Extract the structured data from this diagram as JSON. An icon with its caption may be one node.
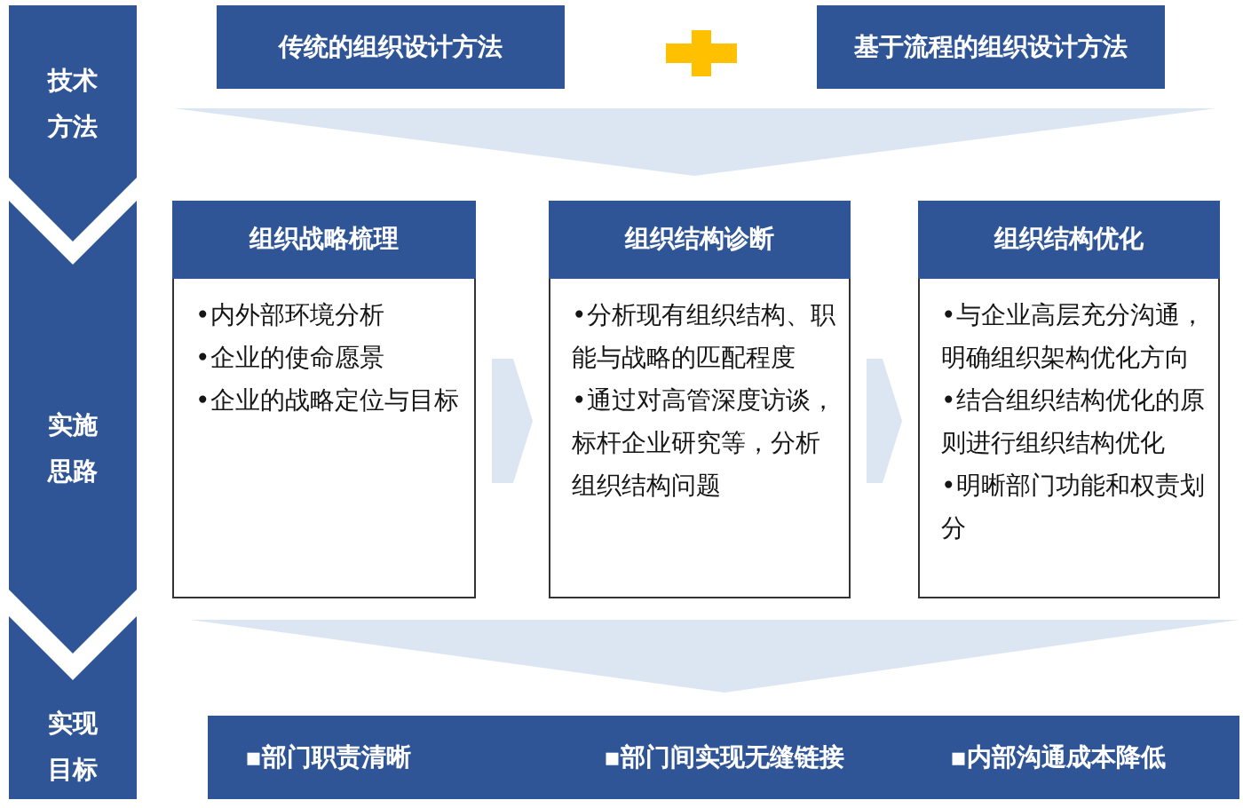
{
  "diagram": {
    "nodes": [
      {
        "text": [
          "技术方法"
        ]
      },
      {
        "text": [
          "传统的组织设计方法"
        ]
      },
      {
        "text": [
          "基于流程的组织设计方法"
        ]
      },
      {
        "text": [
          "实施思路"
        ]
      },
      {
        "text": [
          "组织战略梳理",
          "•内外部环境分析",
          "•企业的使命愿景",
          "•企业的战略定位与目标"
        ]
      },
      {
        "text": [
          "组织结构诊断",
          "•分析现有组织结构、职能与战略的匹配程度",
          "•通过对高管深度访谈，标杆企业研究等，分析组织结构问题"
        ]
      },
      {
        "text": [
          "组织结构优化",
          "•与企业高层充分沟通，明确组织架构优化方向",
          "•结合组织结构优化的原则进行组织结构优化",
          "•明晰部门功能和权责划分"
        ]
      },
      {
        "text": [
          "实现目标"
        ]
      },
      {
        "text": [
          "▪部门职责清晰",
          "▪部门间实现无缝链接",
          "▪内部沟通成本降低"
        ]
      }
    ],
    "edges": [
      {
        "from": 4,
        "to": 5,
        "arrow": "to"
      },
      {
        "from": 5,
        "to": 6,
        "arrow": "to"
      }
    ]
  }
}
